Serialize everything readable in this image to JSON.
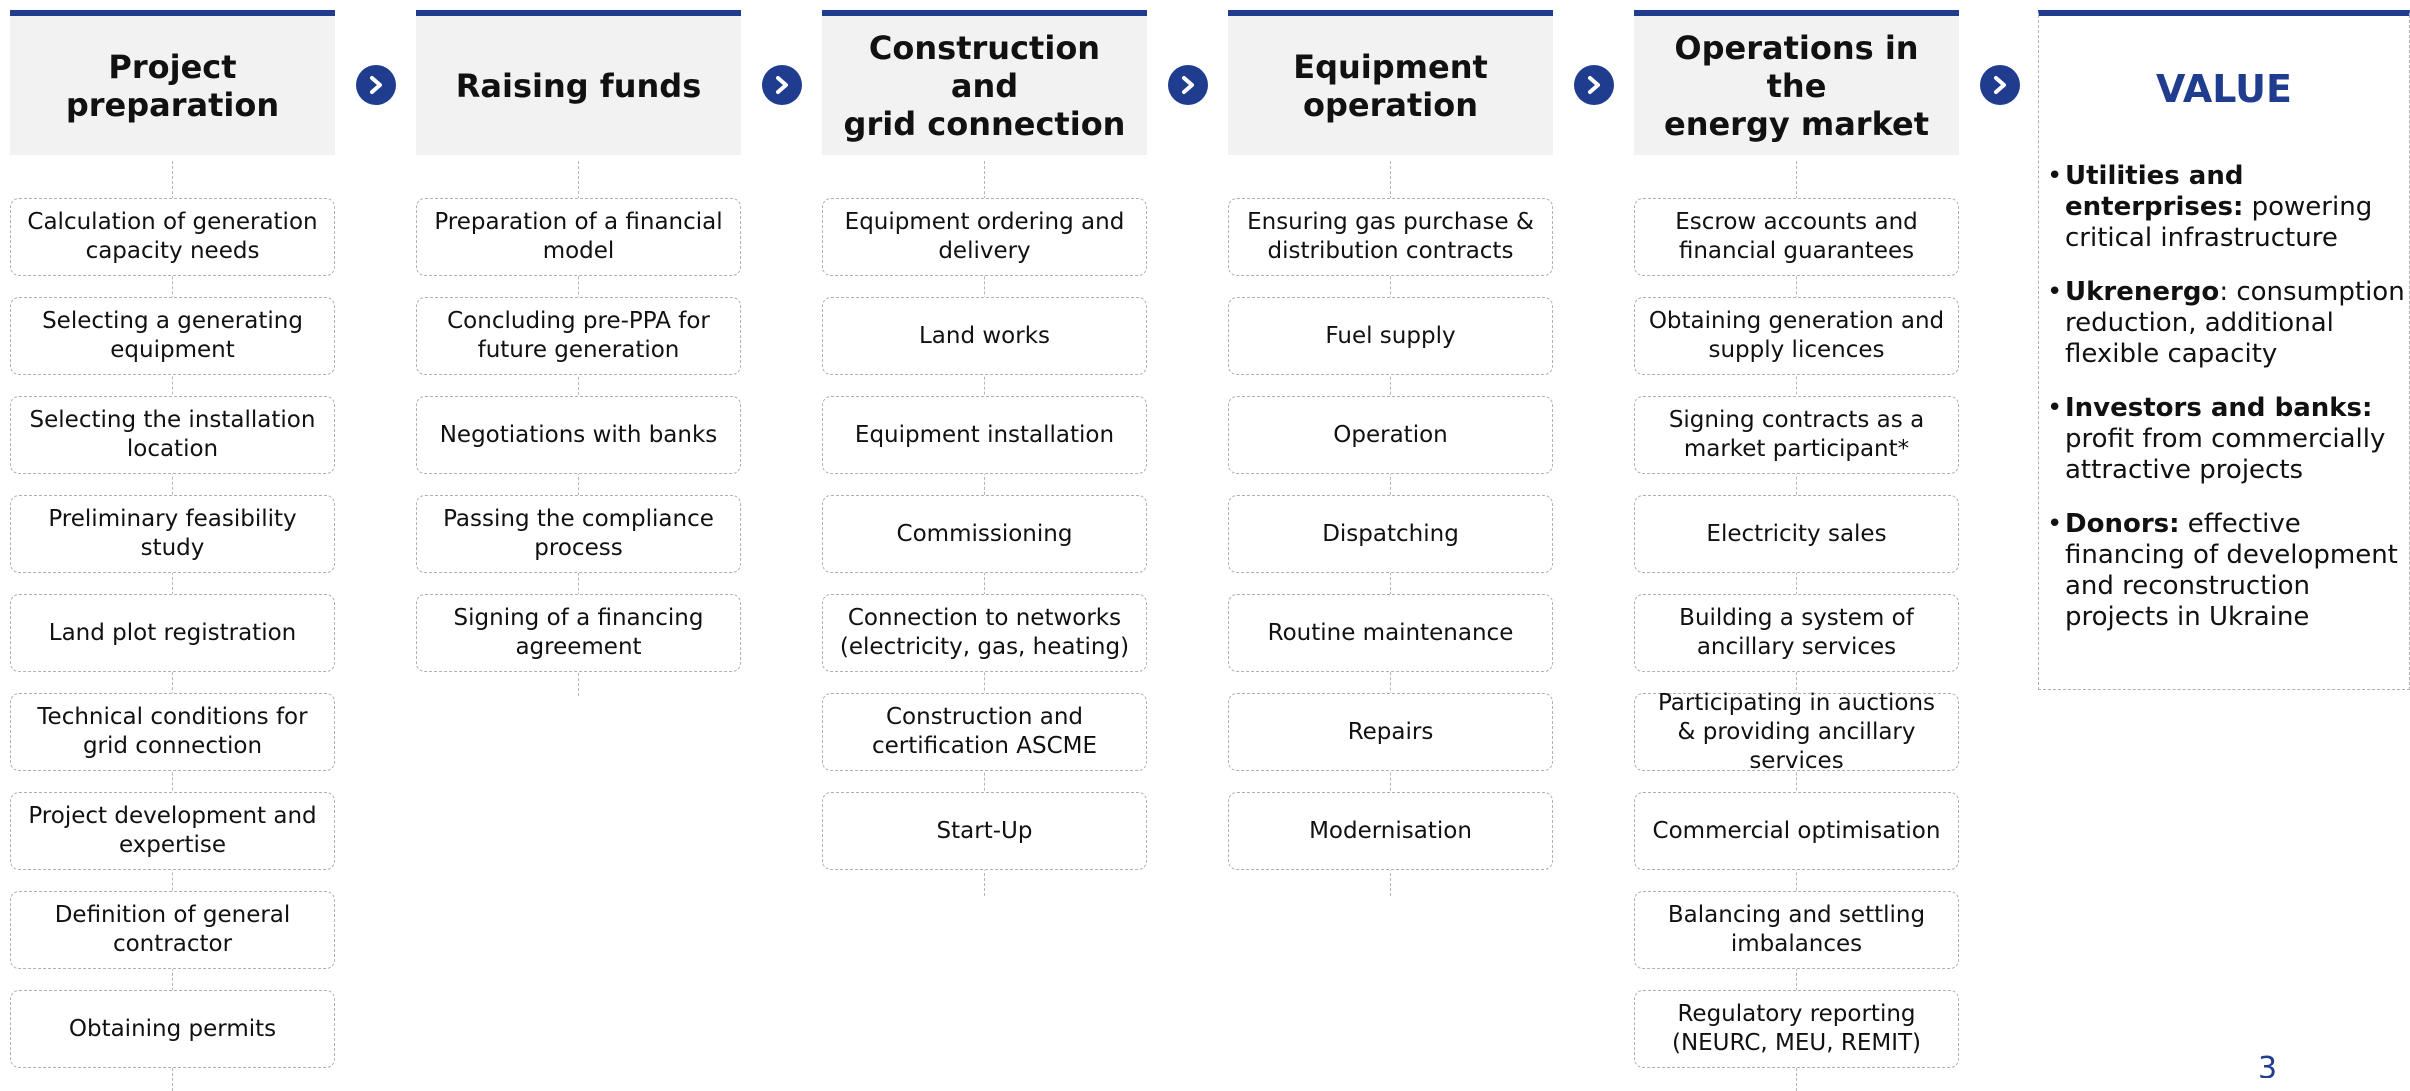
{
  "columns": [
    {
      "title_lines": [
        "Project",
        "preparation"
      ],
      "steps": [
        "Calculation of generation capacity needs",
        "Selecting a generating equipment",
        "Selecting the installation location",
        "Preliminary feasibility study",
        "Land plot registration",
        "Technical conditions for grid connection",
        "Project development and expertise",
        "Definition of general contractor",
        "Obtaining permits"
      ]
    },
    {
      "title_lines": [
        "Raising funds"
      ],
      "steps": [
        "Preparation of a financial model",
        "Concluding pre-PPA for future generation",
        "Negotiations with banks",
        "Passing the compliance process",
        "Signing of a financing agreement"
      ]
    },
    {
      "title_lines": [
        "Construction and",
        "grid connection"
      ],
      "steps": [
        "Equipment ordering and delivery",
        "Land works",
        "Equipment installation",
        "Commissioning",
        "Connection to networks (electricity, gas, heating)",
        "Construction and certification ASCME",
        "Start-Up"
      ]
    },
    {
      "title_lines": [
        "Equipment",
        "operation"
      ],
      "steps": [
        "Ensuring gas purchase & distribution contracts",
        "Fuel supply",
        "Operation",
        "Dispatching",
        "Routine maintenance",
        "Repairs",
        "Modernisation"
      ]
    },
    {
      "title_lines": [
        "Operations in the",
        "energy market"
      ],
      "steps": [
        "Escrow accounts and financial guarantees",
        "Obtaining generation and supply licences",
        "Signing contracts as a market participant*",
        "Electricity sales",
        "Building a system of ancillary services",
        "Participating in auctions & providing ancillary services",
        "Commercial optimisation",
        "Balancing and settling imbalances",
        "Regulatory reporting (NEURC, MEU, REMIT)"
      ]
    }
  ],
  "arrow_icon": "chevron-right-circle-icon",
  "accent_color": "#1f3c8f",
  "value": {
    "title": "VALUE",
    "items": [
      {
        "bold": "Utilities and enterprises:",
        "text": " powering critical infrastructure"
      },
      {
        "bold": "Ukrenergo",
        "text": ": consumption reduction, additional flexible capacity"
      },
      {
        "bold": "Investors and banks:",
        "text": " profit from commercially attractive projects"
      },
      {
        "bold": "Donors:",
        "text": " effective financing of development and reconstruction projects in Ukraine"
      }
    ]
  },
  "page_number": "3"
}
